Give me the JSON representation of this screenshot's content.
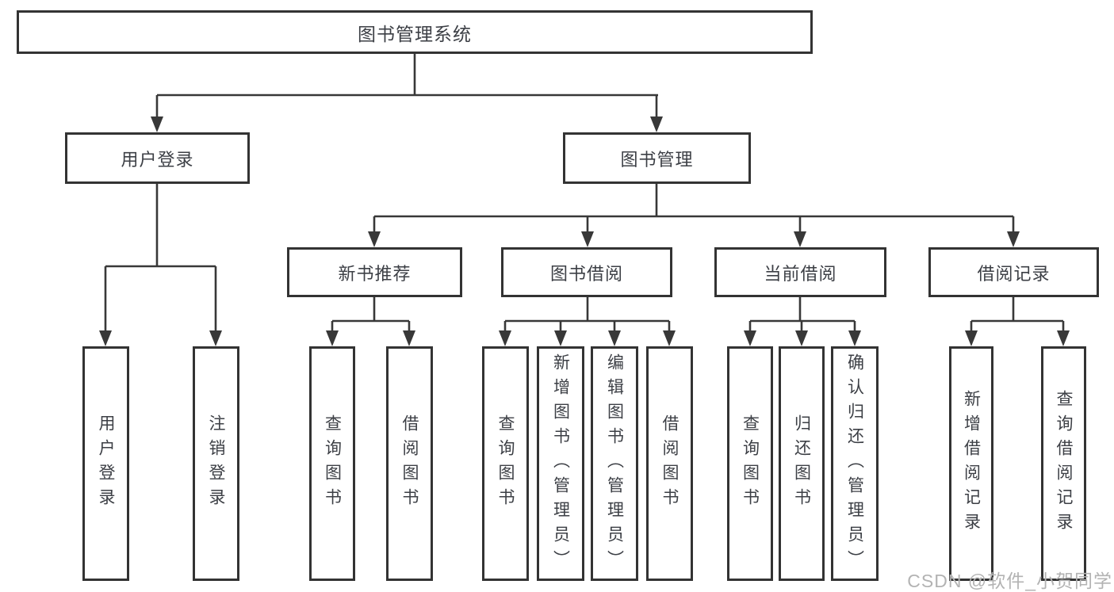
{
  "tree": {
    "root": {
      "label": "图书管理系统"
    },
    "branches": [
      {
        "label": "用户登录",
        "children": [
          {
            "label": "用户登录"
          },
          {
            "label": "注销登录"
          }
        ]
      },
      {
        "label": "图书管理",
        "children": [
          {
            "label": "新书推荐",
            "children": [
              {
                "label": "查询图书"
              },
              {
                "label": "借阅图书"
              }
            ]
          },
          {
            "label": "图书借阅",
            "children": [
              {
                "label": "查询图书"
              },
              {
                "label": "新增图书（管理员）"
              },
              {
                "label": "编辑图书（管理员）"
              },
              {
                "label": "借阅图书"
              }
            ]
          },
          {
            "label": "当前借阅",
            "children": [
              {
                "label": "查询图书"
              },
              {
                "label": "归还图书"
              },
              {
                "label": "确认归还（管理员）"
              }
            ]
          },
          {
            "label": "借阅记录",
            "children": [
              {
                "label": "新增借阅记录"
              },
              {
                "label": "查询借阅记录"
              }
            ]
          }
        ]
      }
    ]
  },
  "watermark": {
    "text": "CSDN @软件_小贺同学"
  },
  "colors": {
    "line": "#383838",
    "border": "#333333",
    "text": "#3c3f45",
    "watermark": "#b3b3b3",
    "background": "#ffffff"
  }
}
